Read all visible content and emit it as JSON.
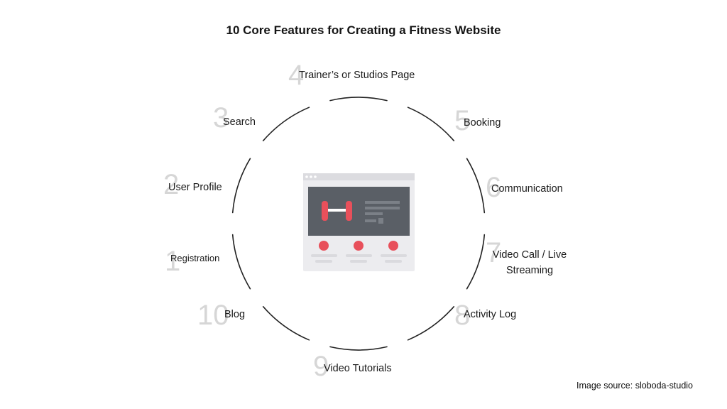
{
  "title": "10 Core Features for Creating a Fitness Website",
  "source": "Image source: sloboda-studio",
  "features": [
    {
      "number": "1",
      "label": "Registration"
    },
    {
      "number": "2",
      "label": "User Profile"
    },
    {
      "number": "3",
      "label": "Search"
    },
    {
      "number": "4",
      "label": "Trainer’s or Studios Page"
    },
    {
      "number": "5",
      "label": "Booking"
    },
    {
      "number": "6",
      "label": "Communication"
    },
    {
      "number": "7",
      "label": "Video Call / Live Streaming"
    },
    {
      "number": "8",
      "label": "Activity Log"
    },
    {
      "number": "9",
      "label": "Video Tutorials"
    },
    {
      "number": "10",
      "label": "Blog"
    }
  ],
  "colors": {
    "accent": "#e8505b",
    "screen": "#5a5f66",
    "frame": "#e9e9ec",
    "ring": "#222222",
    "number": "#d6d6d6"
  },
  "icons": [
    "dumbbell-icon",
    "browser-window-icon"
  ]
}
